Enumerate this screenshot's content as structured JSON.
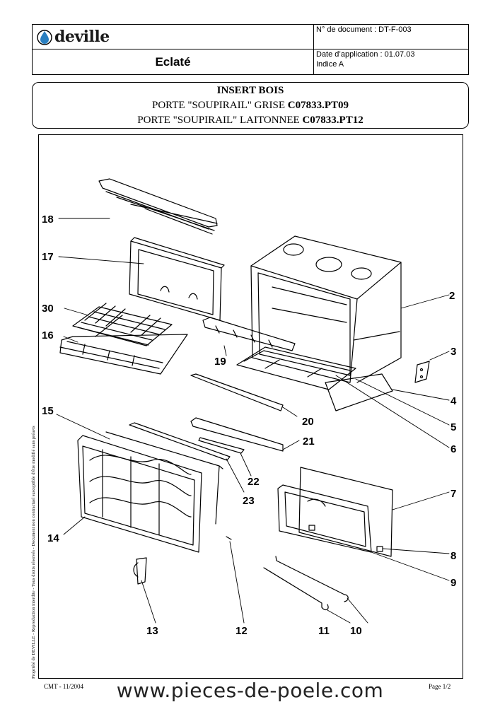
{
  "header": {
    "brand": "deville",
    "title": "Eclaté",
    "doc_number": "N° de document : DT-F-003",
    "application_date": "Date d’application : 01.07.03",
    "index": "Indice A"
  },
  "product": {
    "line1": "INSERT BOIS",
    "line2_text": "PORTE \"SOUPIRAIL\" GRISE ",
    "line2_code": "C07833.PT09",
    "line3_text": "PORTE \"SOUPIRAIL\" LAITONNEE ",
    "line3_code": "C07833.PT12"
  },
  "parts": {
    "p2": "2",
    "p3": "3",
    "p4": "4",
    "p5": "5",
    "p6": "6",
    "p7": "7",
    "p8": "8",
    "p9": "9",
    "p10": "10",
    "p11": "11",
    "p12": "12",
    "p13": "13",
    "p14": "14",
    "p15": "15",
    "p16": "16",
    "p17": "17",
    "p18": "18",
    "p19": "19",
    "p20": "20",
    "p21": "21",
    "p22": "22",
    "p23": "23",
    "p30": "30"
  },
  "sidebar_notice": "Propriété de DEVILLE - Reproduction interdite - Tous droits réservés - Document non contractuel susceptible d'être modifié sans préavis",
  "footer": {
    "left": "CMT - 11/2004",
    "right": "Page 1/2",
    "watermark": "www.pieces-de-poele.com"
  },
  "colors": {
    "brand_drop": "#2a7fc0",
    "line": "#000000"
  }
}
